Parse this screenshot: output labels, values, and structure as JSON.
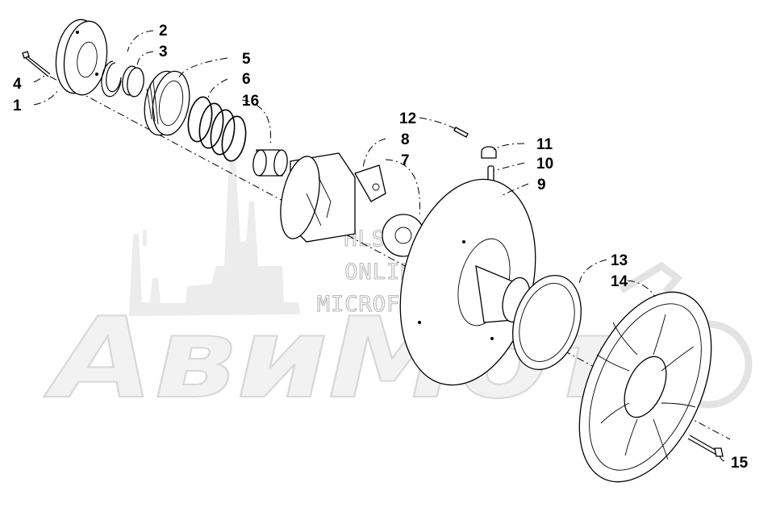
{
  "watermark": {
    "brand": "АвиМото",
    "lines": [
      "HLSM'S",
      "ONLINE",
      "MICROFICHE"
    ]
  },
  "callouts": [
    {
      "id": "1",
      "label": "1"
    },
    {
      "id": "2",
      "label": "2"
    },
    {
      "id": "3",
      "label": "3"
    },
    {
      "id": "4",
      "label": "4"
    },
    {
      "id": "5",
      "label": "5"
    },
    {
      "id": "6",
      "label": "6"
    },
    {
      "id": "7",
      "label": "7"
    },
    {
      "id": "8",
      "label": "8"
    },
    {
      "id": "9",
      "label": "9"
    },
    {
      "id": "10",
      "label": "10"
    },
    {
      "id": "11",
      "label": "11"
    },
    {
      "id": "12",
      "label": "12"
    },
    {
      "id": "13",
      "label": "13"
    },
    {
      "id": "14",
      "label": "14"
    },
    {
      "id": "15",
      "label": "15"
    },
    {
      "id": "16",
      "label": "16"
    }
  ],
  "colors": {
    "line": "#000000",
    "watermark": "#c8c8c8",
    "background": "#ffffff"
  }
}
